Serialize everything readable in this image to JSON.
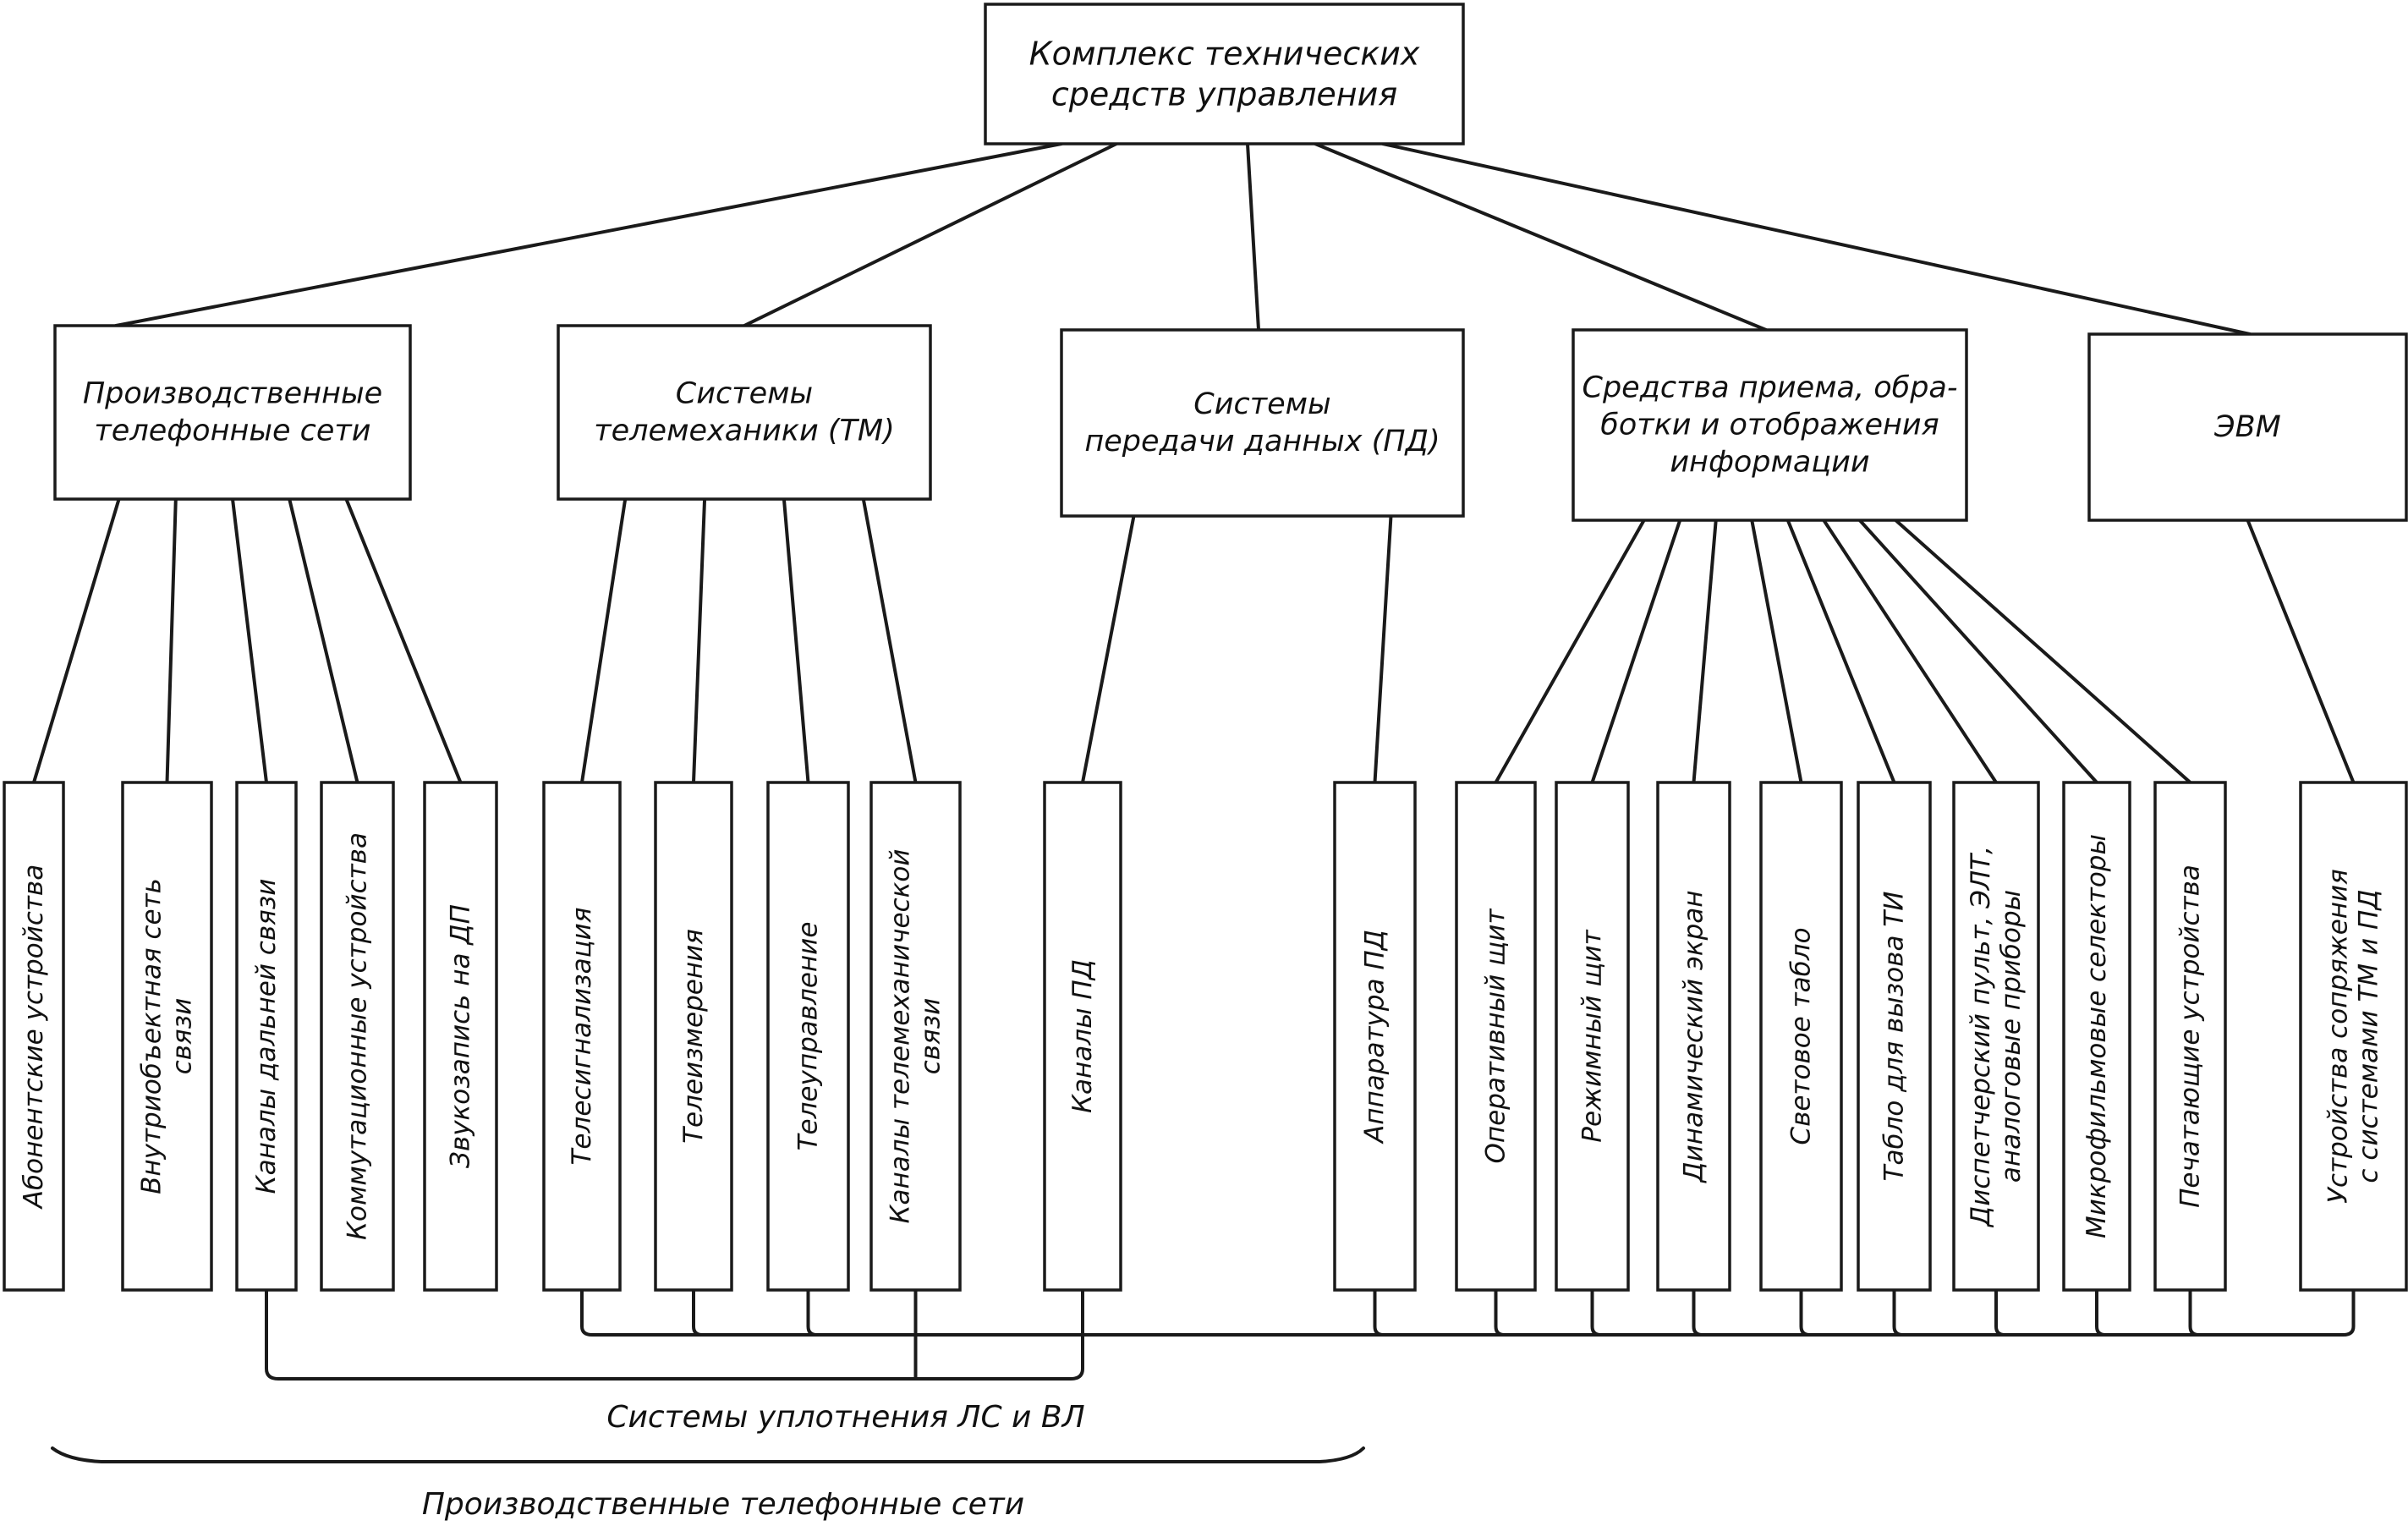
{
  "root": {
    "lines": [
      "Комплекс технических",
      "средств управления"
    ]
  },
  "categories": [
    {
      "id": "phone",
      "lines": [
        "Производственные",
        "телефонные сети"
      ]
    },
    {
      "id": "tm",
      "lines": [
        "Системы",
        "телемеханики (ТМ)"
      ]
    },
    {
      "id": "pd",
      "lines": [
        "Системы",
        "передачи данных (ПД)"
      ]
    },
    {
      "id": "info",
      "lines": [
        "Средства приема, обра-",
        "ботки и отображения",
        "информации"
      ]
    },
    {
      "id": "evm",
      "lines": [
        "ЭВМ"
      ]
    }
  ],
  "leaves": [
    {
      "parent": "phone",
      "lines": [
        "Абонентские устройства"
      ]
    },
    {
      "parent": "phone",
      "lines": [
        "Внутриобъектная сеть",
        "связи"
      ]
    },
    {
      "parent": "phone",
      "lines": [
        "Каналы дальней связи"
      ]
    },
    {
      "parent": "phone",
      "lines": [
        "Коммутационные устройства"
      ]
    },
    {
      "parent": "phone",
      "lines": [
        "Звукозапись на ДП"
      ]
    },
    {
      "parent": "tm",
      "lines": [
        "Телесигнализация"
      ]
    },
    {
      "parent": "tm",
      "lines": [
        "Телеизмерения"
      ]
    },
    {
      "parent": "tm",
      "lines": [
        "Телеуправление"
      ]
    },
    {
      "parent": "tm",
      "lines": [
        "Каналы телемеханической",
        "связи"
      ]
    },
    {
      "parent": "pd",
      "lines": [
        "Каналы ПД"
      ]
    },
    {
      "parent": "pd",
      "lines": [
        "Аппаратура ПД"
      ]
    },
    {
      "parent": "info",
      "lines": [
        "Оперативный щит"
      ]
    },
    {
      "parent": "info",
      "lines": [
        "Режимный щит"
      ]
    },
    {
      "parent": "info",
      "lines": [
        "Динамический экран"
      ]
    },
    {
      "parent": "info",
      "lines": [
        "Световое табло"
      ]
    },
    {
      "parent": "info",
      "lines": [
        "Табло для вызова ТИ"
      ]
    },
    {
      "parent": "info",
      "lines": [
        "Диспетчерский пульт, ЭЛТ,",
        "аналоговые приборы"
      ]
    },
    {
      "parent": "info",
      "lines": [
        "Микрофильмовые селекторы"
      ]
    },
    {
      "parent": "info",
      "lines": [
        "Печатающие устройства"
      ]
    },
    {
      "parent": "evm",
      "lines": [
        "Устройства сопряжения",
        "с системами ТМ и ПД"
      ]
    }
  ],
  "bottom_labels": {
    "compaction": "Системы уплотнения ЛС и ВЛ",
    "phone_networks": "Производственные телефонные сети"
  }
}
